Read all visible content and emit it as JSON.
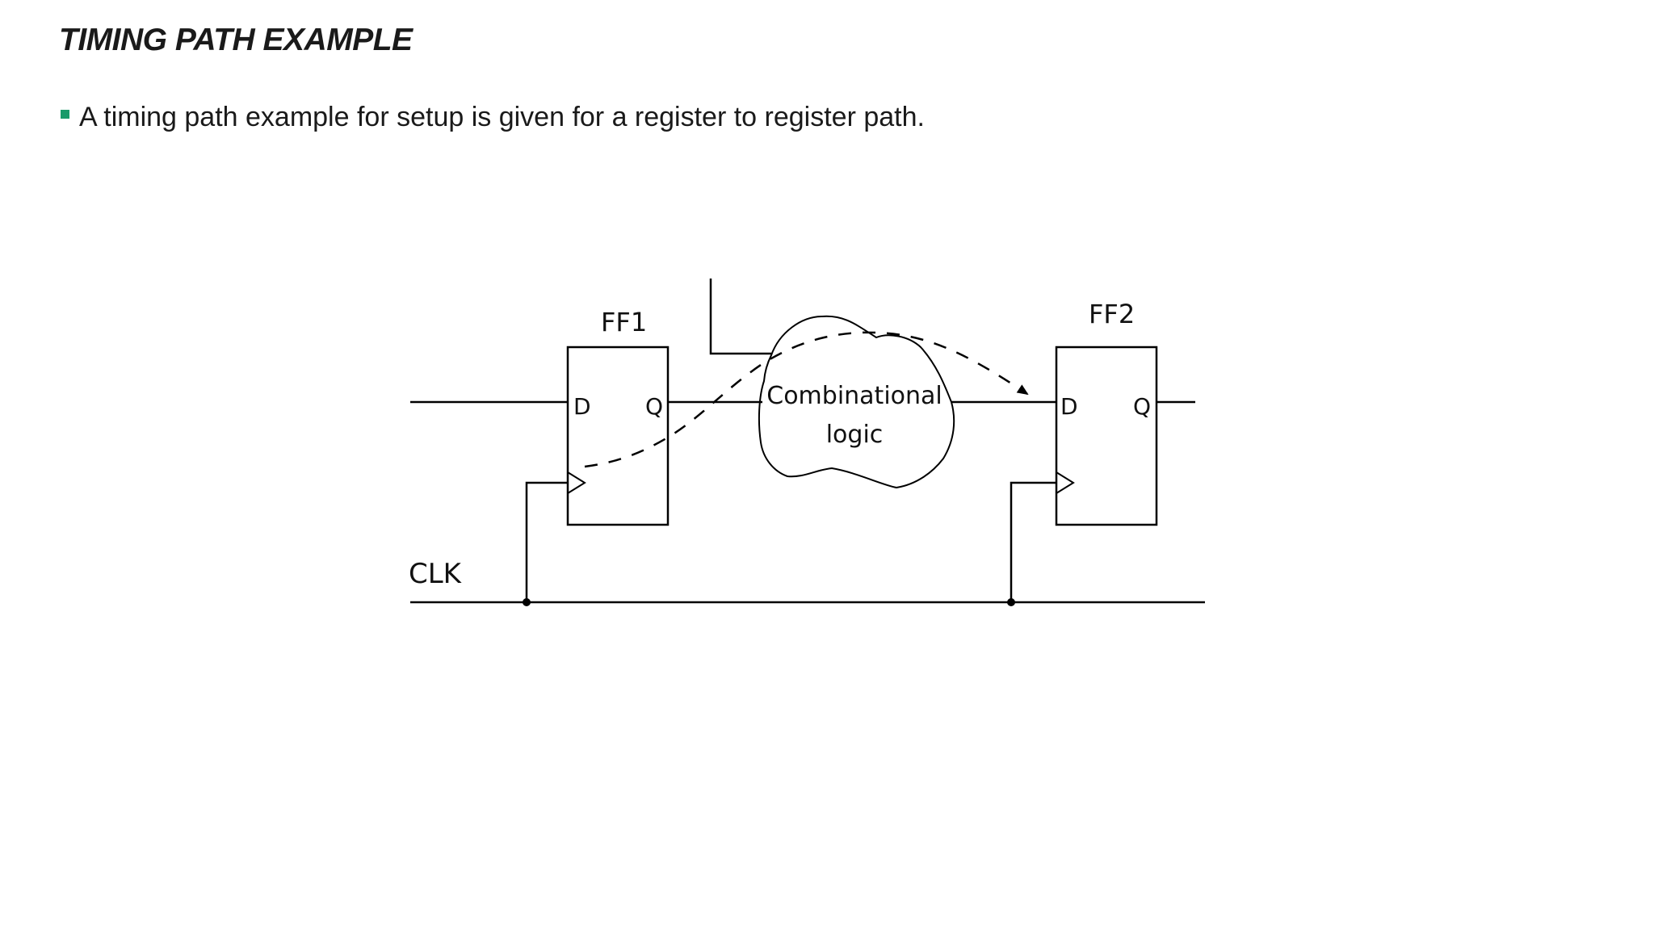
{
  "slide": {
    "title": "TIMING PATH EXAMPLE",
    "bullet_text": "A timing path example for setup is given for a register to register path.",
    "bullet_color": "#1a9a6a"
  },
  "diagram": {
    "ff1": {
      "label": "FF1",
      "d_pin": "D",
      "q_pin": "Q"
    },
    "ff2": {
      "label": "FF2",
      "d_pin": "D",
      "q_pin": "Q"
    },
    "logic": {
      "line1": "Combinational",
      "line2": "logic"
    },
    "clock_label": "CLK"
  }
}
